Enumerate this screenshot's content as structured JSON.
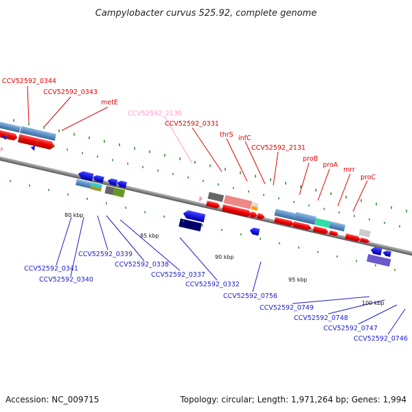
{
  "title": "Campylobacter curvus 525.92, complete genome",
  "footer": {
    "accession": "Accession: NC_009715",
    "info": "Topology: circular; Length: 1,971,264 bp; Genes: 1,994"
  },
  "ruler_labels": [
    "80 kbp",
    "85 kbp",
    "90 kbp",
    "95 kbp",
    "100 kbp"
  ],
  "forward_labels": [
    {
      "text": "CCV52592_0344",
      "color": "#dd0000"
    },
    {
      "text": "CCV52592_0343",
      "color": "#dd0000"
    },
    {
      "text": "metE",
      "color": "#dd0000"
    },
    {
      "text": "CCV52592_2130",
      "color": "#ff99cc"
    },
    {
      "text": "CCV52592_0331",
      "color": "#dd0000"
    },
    {
      "text": "thrS",
      "color": "#dd0000"
    },
    {
      "text": "infC",
      "color": "#dd0000"
    },
    {
      "text": "CCV52592_2131",
      "color": "#dd0000"
    },
    {
      "text": "proB",
      "color": "#dd0000"
    },
    {
      "text": "proA",
      "color": "#dd0000"
    },
    {
      "text": "mrr",
      "color": "#dd0000"
    },
    {
      "text": "proC",
      "color": "#dd0000"
    }
  ],
  "reverse_labels": [
    {
      "text": "CCV52592_0341",
      "color": "#1a1acc"
    },
    {
      "text": "CCV52592_0340",
      "color": "#1a1acc"
    },
    {
      "text": "CCV52592_0339",
      "color": "#1a1acc"
    },
    {
      "text": "CCV52592_0338",
      "color": "#1a1acc"
    },
    {
      "text": "CCV52592_0337",
      "color": "#1a1acc"
    },
    {
      "text": "CCV52592_0332",
      "color": "#1a1acc"
    },
    {
      "text": "CCV52592_0756",
      "color": "#1a1acc"
    },
    {
      "text": "CCV52592_0749",
      "color": "#1a1acc"
    },
    {
      "text": "CCV52592_0748",
      "color": "#1a1acc"
    },
    {
      "text": "CCV52592_0747",
      "color": "#1a1acc"
    },
    {
      "text": "CCV52592_0746",
      "color": "#1a1acc"
    }
  ],
  "colors": {
    "forward_gene": "#ee0000",
    "reverse_gene": "#1a1add",
    "cds_blue": "#5b8fc6",
    "backbone": "#888888",
    "tick_green": "#228822"
  }
}
